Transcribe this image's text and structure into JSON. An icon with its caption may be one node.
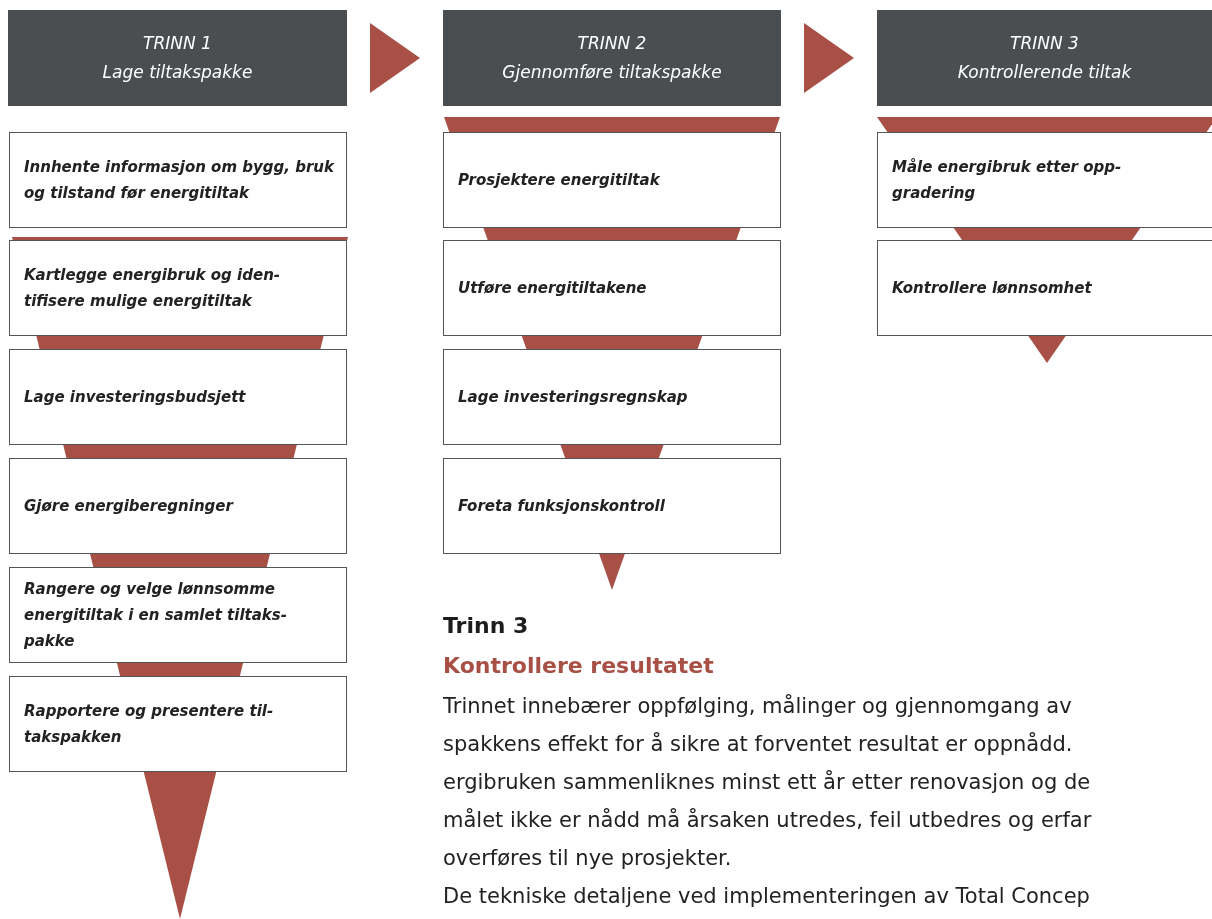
{
  "diagram": {
    "nodes": [
      {
        "text": [
          "TRINN 1",
          "Lage tiltakspakke"
        ]
      },
      {
        "text": [
          "TRINN 2",
          "Gjennomføre tiltakspakke"
        ]
      },
      {
        "text": [
          "TRINN 3",
          "Kontrollerende tiltak"
        ]
      },
      {
        "text": [
          "Innhente informasjon om bygg, bruk og tilstand før energitiltak"
        ]
      },
      {
        "text": [
          "Kartlegge energibruk og iden- tifisere mulige energitiltak"
        ]
      },
      {
        "text": [
          "Lage investeringsbudsjett"
        ]
      },
      {
        "text": [
          "Gjøre energiberegninger"
        ]
      },
      {
        "text": [
          "Rangere og velge lønnsomme energitiltak i en samlet tiltaks- pakke"
        ]
      },
      {
        "text": [
          "Rapportere og presentere til- takspakken"
        ]
      },
      {
        "text": [
          "Prosjektere energitiltak"
        ]
      },
      {
        "text": [
          "Utføre energitiltakene"
        ]
      },
      {
        "text": [
          "Lage investeringsregnskap"
        ]
      },
      {
        "text": [
          "Foreta funksjonskontroll"
        ]
      },
      {
        "text": [
          "Måle energibruk etter opp- gradering"
        ]
      },
      {
        "text": [
          "Kontrollere lønnsomhet"
        ]
      }
    ],
    "edges": [
      {
        "from": 0,
        "to": 1,
        "arrow": "to"
      },
      {
        "from": 1,
        "to": 2,
        "arrow": "to"
      },
      {
        "from": 3,
        "to": 4,
        "arrow": "none"
      },
      {
        "from": 4,
        "to": 5,
        "arrow": "none"
      },
      {
        "from": 5,
        "to": 6,
        "arrow": "none"
      },
      {
        "from": 6,
        "to": 7,
        "arrow": "none"
      },
      {
        "from": 7,
        "to": 8,
        "arrow": "none"
      },
      {
        "from": 8,
        "to": null,
        "arrow": "to"
      },
      {
        "from": null,
        "to": 9,
        "arrow": "none"
      },
      {
        "from": 9,
        "to": 10,
        "arrow": "none"
      },
      {
        "from": 10,
        "to": 11,
        "arrow": "none"
      },
      {
        "from": 11,
        "to": 12,
        "arrow": "none"
      },
      {
        "from": 12,
        "to": null,
        "arrow": "to"
      },
      {
        "from": null,
        "to": 13,
        "arrow": "none"
      },
      {
        "from": 13,
        "to": 14,
        "arrow": "none"
      },
      {
        "from": 14,
        "to": null,
        "arrow": "to"
      }
    ],
    "labels": [
      "Trinn 3",
      "Kontrollere resultatet",
      "Trinnet innebærer oppfølging, målinger og gjennomgang av",
      "spakkens effekt for å sikre at forventet resultat er oppnådd.",
      "ergibruken sammenliknes minst ett år etter renovasjon og de",
      "målet ikke er nådd må årsaken utredes, feil utbedres og erfar",
      "overføres til nye prosjekter.",
      "De tekniske detaljene ved implementeringen av Total Concep"
    ]
  }
}
